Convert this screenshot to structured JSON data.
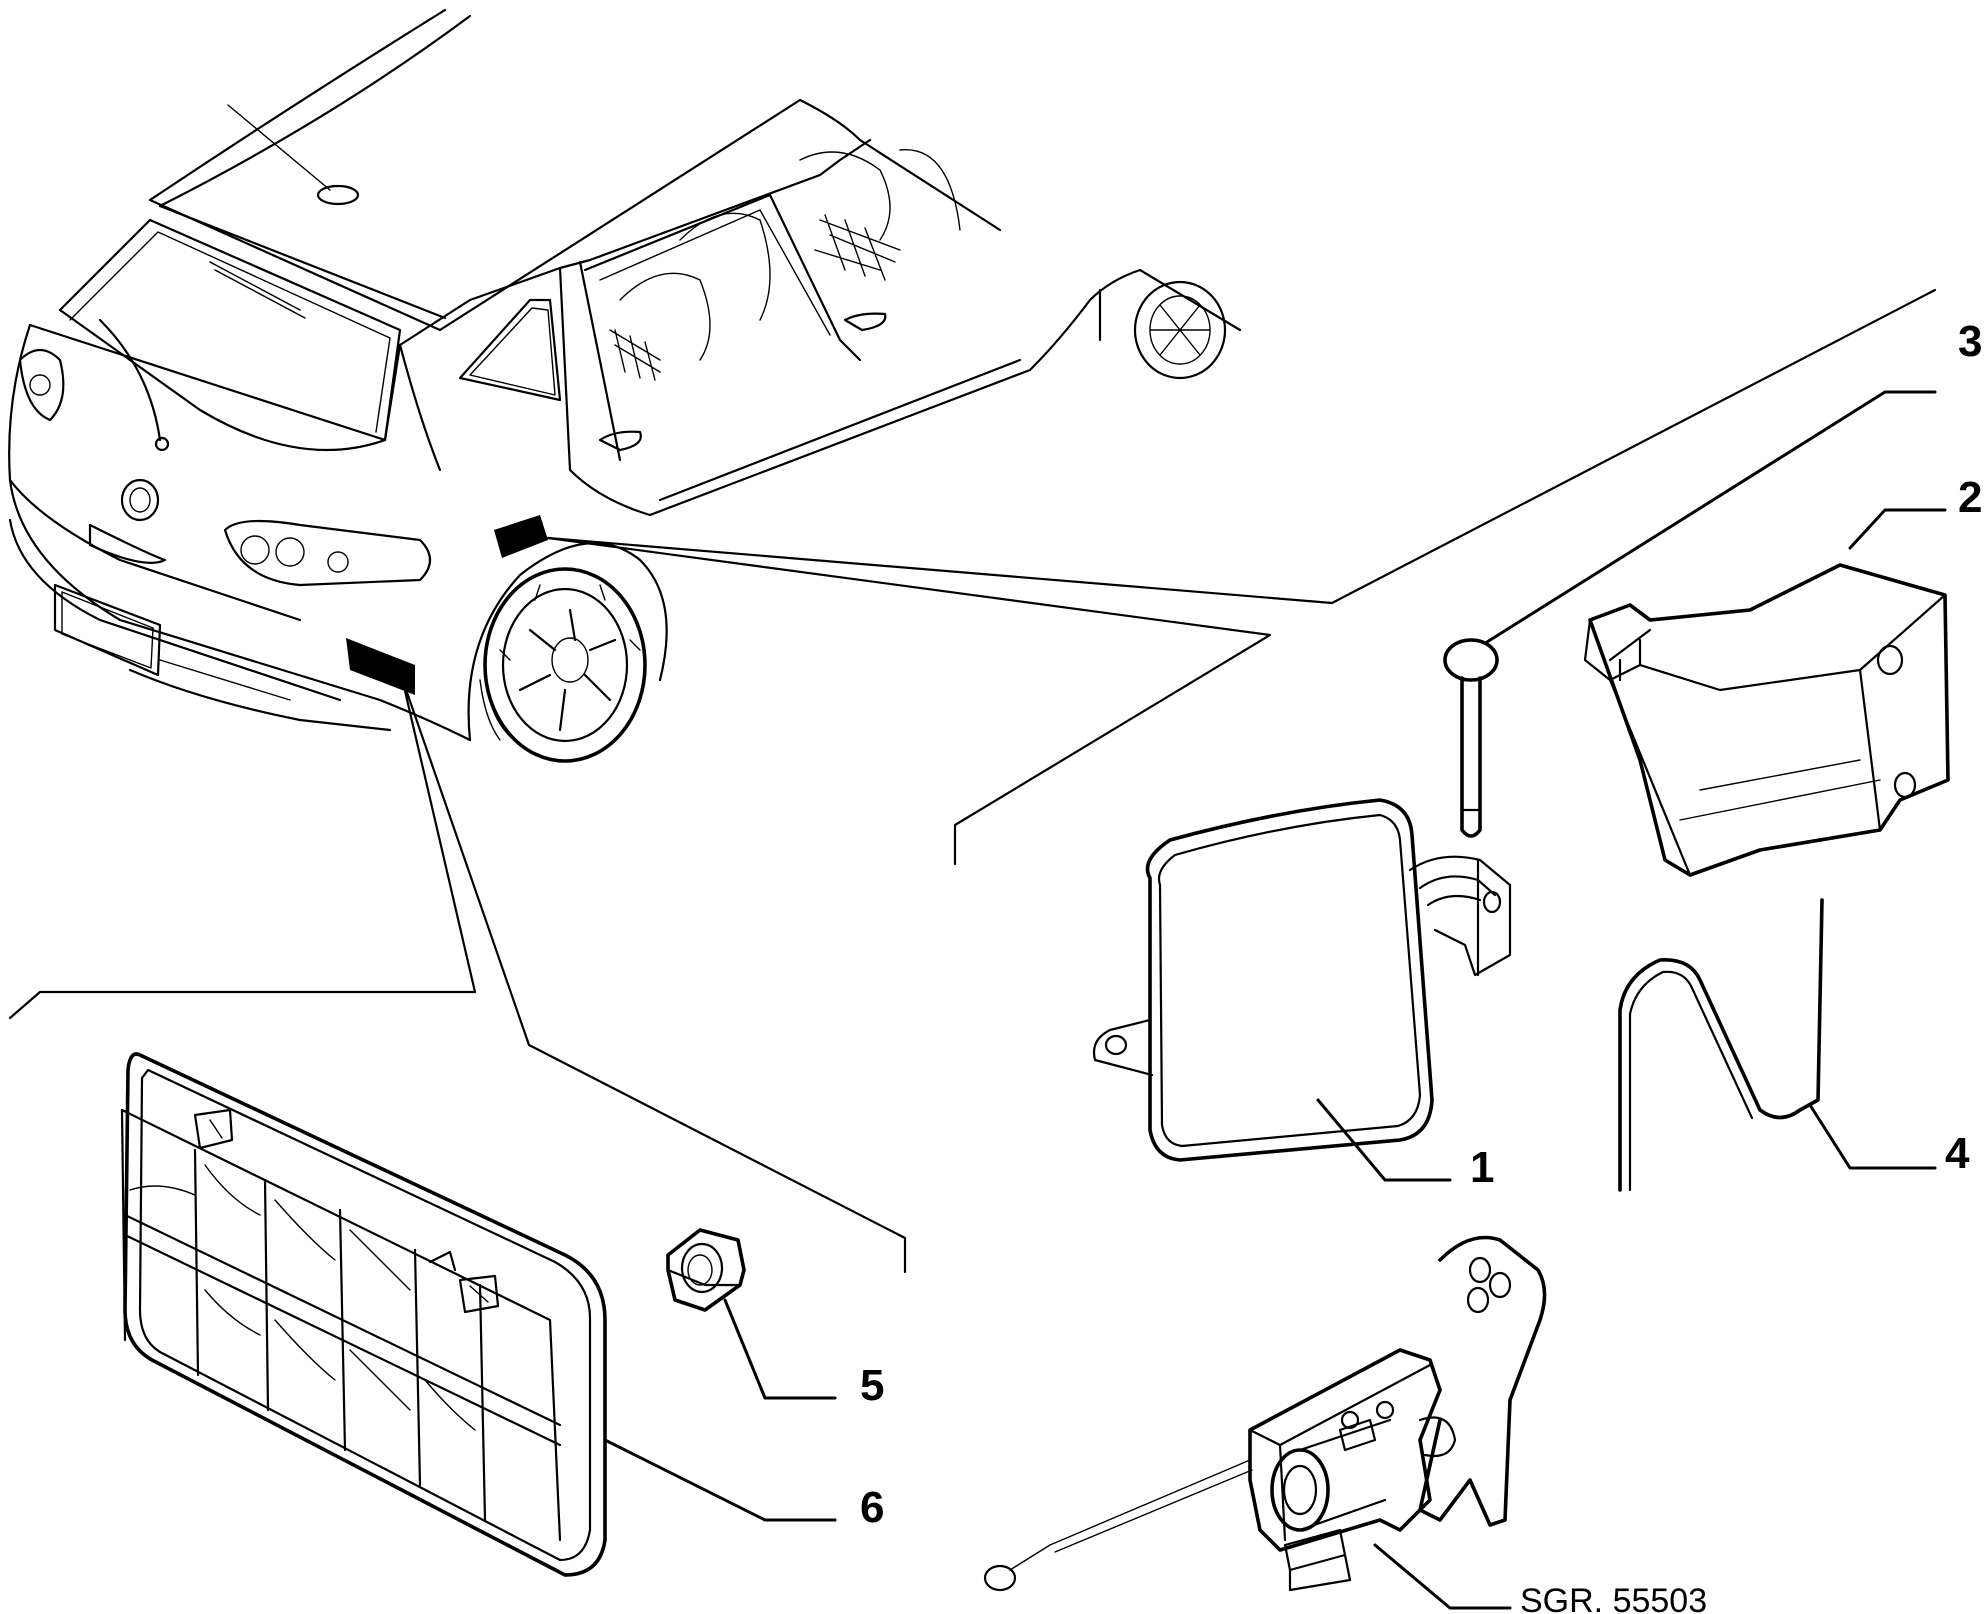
{
  "callouts": {
    "c1": "1",
    "c2": "2",
    "c3": "3",
    "c4": "4",
    "c5": "5",
    "c6": "6"
  },
  "reference": "SGR. 55503",
  "colors": {
    "ink": "#000000",
    "background": "#ffffff"
  }
}
